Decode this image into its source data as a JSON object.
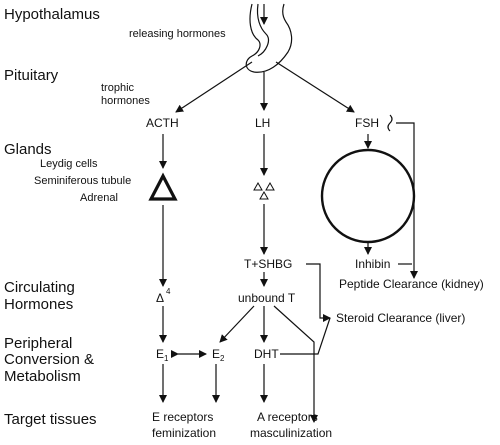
{
  "levels": {
    "hypothalamus": "Hypothalamus",
    "pituitary": "Pituitary",
    "glands": "Glands",
    "circulating_line1": "Circulating",
    "circulating_line2": "Hormones",
    "peripheral_line1": "Peripheral",
    "peripheral_line2": "Conversion &",
    "peripheral_line3": "Metabolism",
    "target": "Target tissues"
  },
  "side_labels": {
    "releasing_hormones": "releasing hormones",
    "trophic_line1": "trophic",
    "trophic_line2": "hormones",
    "leydig_cells": "Leydig cells",
    "seminiferous_tubule": "Seminiferous tubule",
    "adrenal": "Adrenal"
  },
  "hormones": {
    "acth": "ACTH",
    "lh": "LH",
    "fsh": "FSH",
    "t_shbg": "T+SHBG",
    "unbound_t": "unbound T",
    "inhibin": "Inhibin",
    "delta4": "Δ",
    "delta4_sup": "4",
    "e1": "E",
    "e1_sub": "1",
    "e2": "E",
    "e2_sub": "2",
    "dht": "DHT"
  },
  "clearance": {
    "peptide": "Peptide Clearance (kidney)",
    "steroid": "Steroid Clearance (liver)"
  },
  "outcomes": {
    "e_receptors": "E receptors",
    "feminization": "feminization",
    "a_receptors": "A receptors",
    "masculinization": "masculinization"
  }
}
